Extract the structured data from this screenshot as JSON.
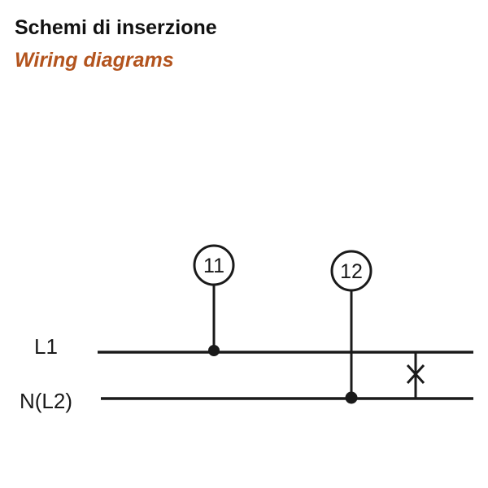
{
  "header": {
    "title_italian": "Schemi di inserzione",
    "title_english": "Wiring diagrams"
  },
  "colors": {
    "title_italian": "#111111",
    "title_english": "#b3541e",
    "wire": "#1a1a1a"
  },
  "diagram": {
    "lines": {
      "l1": "L1",
      "neutral": "N(L2)"
    },
    "terminals": {
      "t11": "11",
      "t12": "12"
    }
  }
}
